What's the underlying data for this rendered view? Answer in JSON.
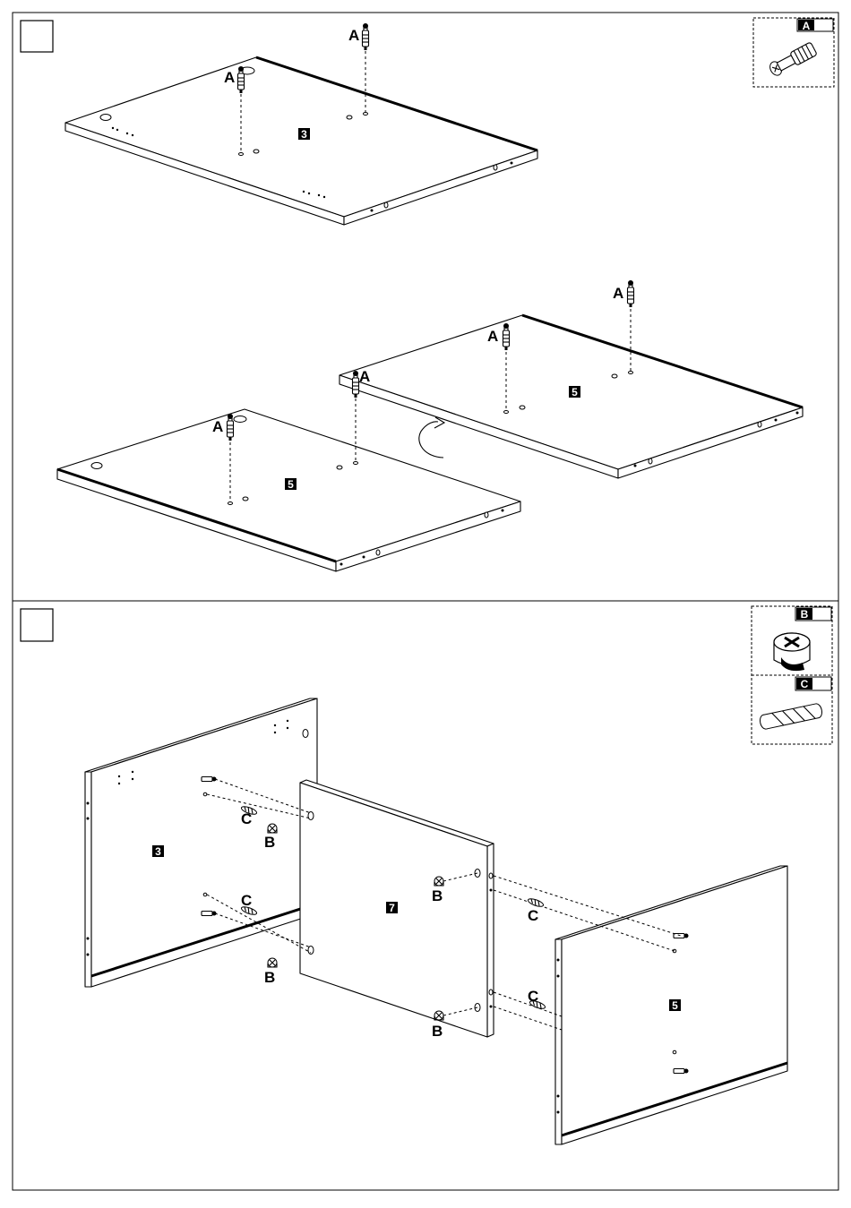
{
  "steps": [
    {
      "parts": {
        "panel_top": "3",
        "panel_right": "5",
        "panel_left": "5"
      },
      "hardware_labels": {
        "a1": "A",
        "a2": "A",
        "a3": "A",
        "a4": "A",
        "a5": "A",
        "a6": "A"
      },
      "legend": {
        "code": "A"
      }
    },
    {
      "parts": {
        "panel_left": "3",
        "panel_middle": "7",
        "panel_right": "5"
      },
      "hardware_labels": {
        "c1": "C",
        "b1": "B",
        "c2": "C",
        "b2": "B",
        "b3": "B",
        "c3": "C",
        "c4": "C",
        "b4": "B"
      },
      "legend": {
        "code_b": "B",
        "code_c": "C"
      }
    }
  ],
  "colors": {
    "ink": "#000000",
    "paper": "#ffffff"
  }
}
